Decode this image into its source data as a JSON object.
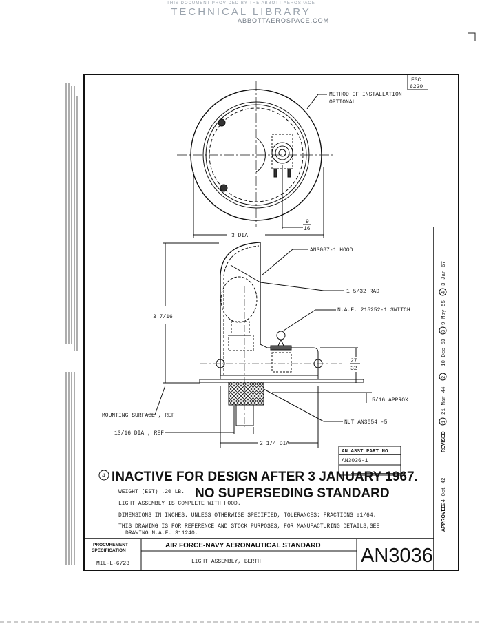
{
  "watermark": {
    "line1": "THIS DOCUMENT PROVIDED BY THE ABBOTT AEROSPACE",
    "line2": "TECHNICAL LIBRARY",
    "line3": "ABBOTTAEROSPACE.COM"
  },
  "fsc": {
    "label": "FSC",
    "value": "6220"
  },
  "top_view": {
    "installation_note_1": "METHOD OF INSTALLATION",
    "installation_note_2": "OPTIONAL",
    "dia_label": "3 DIA",
    "offset_num": "9",
    "offset_den": "16"
  },
  "side_view": {
    "hood_label": "AN3087-1 HOOD",
    "rad_label": "1 5/32 RAD",
    "switch_label": "N.A.F. 215252-1 SWITCH",
    "height_label": "3 7/16",
    "base_height_num": "27",
    "base_height_den": "32",
    "approx_label": "5/16 APPROX",
    "mounting_label": "MOUNTING SURFACE , REF",
    "nut_label": "NUT AN3054 -5",
    "stem_dia_label": "13/16 DIA , REF",
    "base_dia_label": "2 1/4 DIA"
  },
  "part_table": {
    "header": "AN ASST PART NO",
    "value": "AN3036-1"
  },
  "status": {
    "rev_marker": "4",
    "inactive": "INACTIVE FOR DESIGN AFTER 3 JANUARY 1967.",
    "no_superseding": "NO SUPERSEDING STANDARD"
  },
  "notes": [
    "WEIGHT (EST) .20 LB.",
    "LIGHT ASSEMBLY IS COMPLETE WITH HOOD.",
    "DIMENSIONS IN INCHES.  UNLESS OTHERWISE SPECIFIED, TOLERANCES:  FRACTIONS ±1/64.",
    "THIS DRAWING IS FOR REFERENCE AND STOCK PURPOSES, FOR MANUFACTURING DETAILS,SEE",
    "DRAWING N.A.F. 311240."
  ],
  "title_block": {
    "procurement_label_1": "PROCUREMENT",
    "procurement_label_2": "SPECIFICATION",
    "procurement_spec": "MIL-L-6723",
    "standard": "AIR FORCE-NAVY AERONAUTICAL STANDARD",
    "title": "LIGHT ASSEMBLY,  BERTH",
    "number": "AN3036"
  },
  "revisions": {
    "approved_label": "APPROVED",
    "approved_date": "24 Oct 42",
    "revised_label": "REVISED",
    "items": [
      {
        "num": "1",
        "date": "21 Mar 44"
      },
      {
        "num": "2",
        "date": "10 Dec 53"
      },
      {
        "num": "3",
        "date": "9 May 55"
      },
      {
        "num": "4",
        "date": "3 Jan 67"
      }
    ]
  }
}
